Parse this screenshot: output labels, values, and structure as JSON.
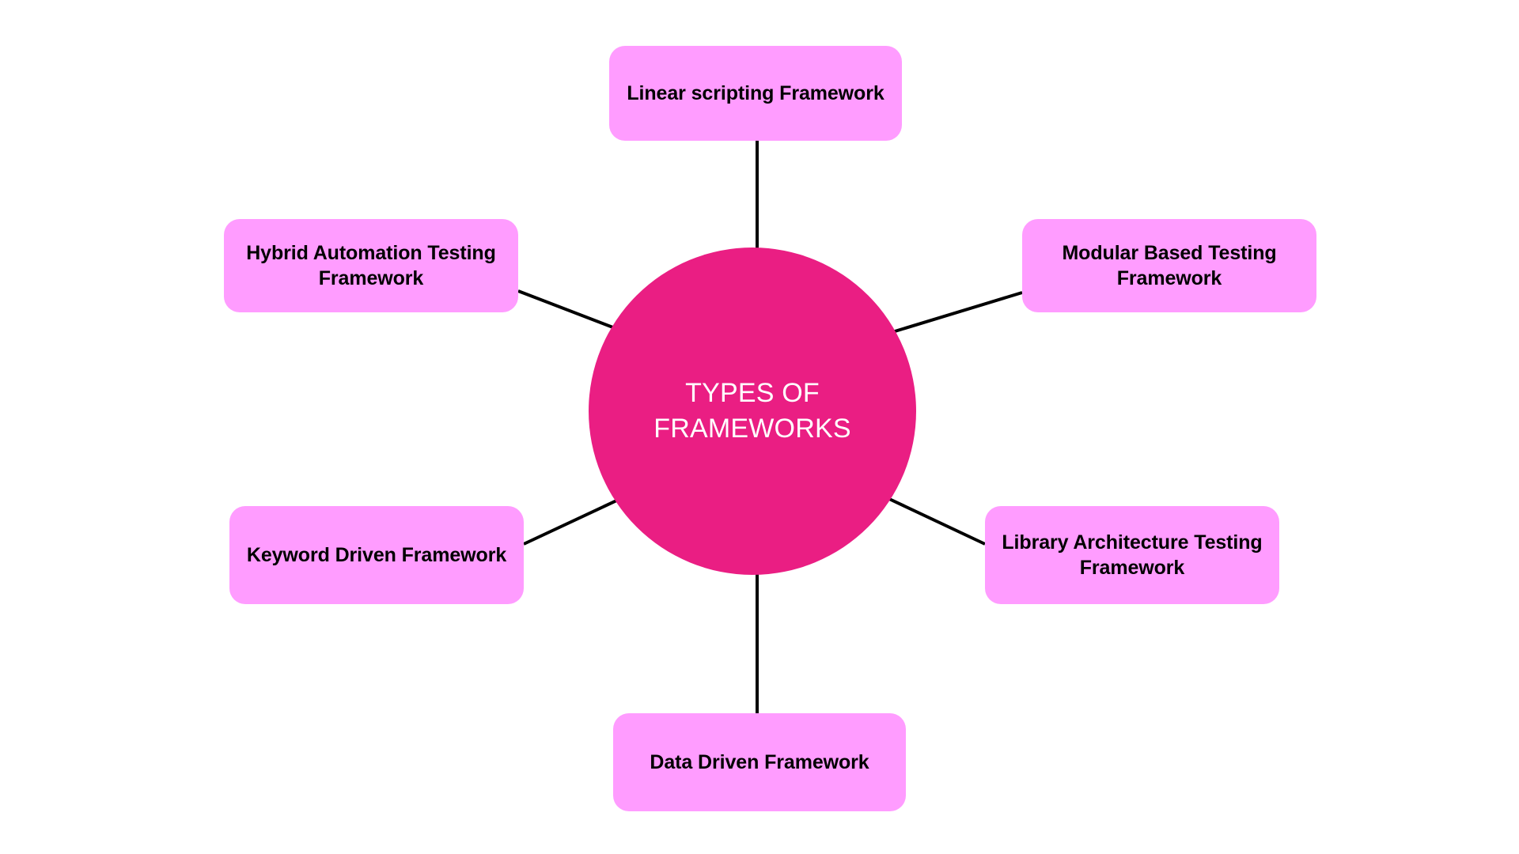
{
  "diagram": {
    "title": "Types of Frameworks",
    "background_color": "#ffffff",
    "center": {
      "label": "TYPES OF FRAMEWORKS",
      "fill_color": "#ea1e83",
      "text_color": "#ffffff",
      "shape": "circle"
    },
    "node_style": {
      "fill_color": "#ff9cff",
      "text_color": "#000000",
      "shape": "rounded-rectangle"
    },
    "connector_style": {
      "color": "#000000",
      "width": 4
    },
    "nodes": [
      {
        "id": "linear-scripting",
        "label": "Linear scripting Framework",
        "position": "top"
      },
      {
        "id": "modular-based",
        "label": "Modular Based Testing Framework",
        "position": "top-right"
      },
      {
        "id": "library-architecture",
        "label": "Library Architecture Testing Framework",
        "position": "bottom-right"
      },
      {
        "id": "data-driven",
        "label": "Data Driven Framework",
        "position": "bottom"
      },
      {
        "id": "keyword-driven",
        "label": "Keyword Driven Framework",
        "position": "bottom-left"
      },
      {
        "id": "hybrid-automation",
        "label": "Hybrid Automation Testing Framework",
        "position": "top-left"
      }
    ]
  }
}
